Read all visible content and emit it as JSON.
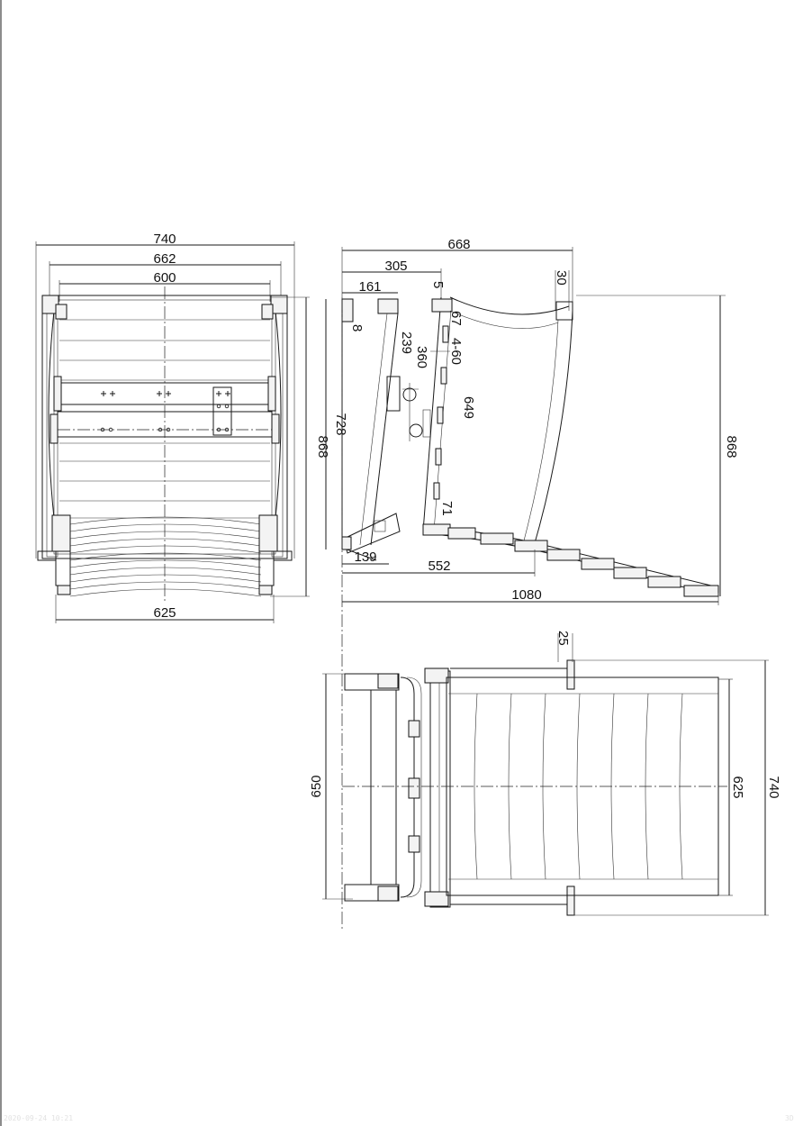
{
  "drawing": {
    "front_view": {
      "overall_width": "740",
      "frame_width": "662",
      "inner_width": "600",
      "total_height": "868",
      "seat_width": "625"
    },
    "side_view": {
      "overall_depth": "668",
      "frame_offset": "305",
      "bracket_offset": "161",
      "gap": "5",
      "top_thickness": "30",
      "bracket_depth": "8",
      "bracket_height": "239",
      "mount_height": "360",
      "rail_spacing": "4-60",
      "rail_offset": "67",
      "rail_length": "649",
      "lower_offset": "71",
      "back_height": "728",
      "total_height": "868",
      "foot_depth": "139",
      "seat_reach": "552",
      "unfolded_length": "1080"
    },
    "top_view": {
      "wall_width": "650",
      "tube_dia": "25",
      "seat_width": "625",
      "overall_width": "740"
    }
  },
  "footer": {
    "left_stamp": "2020-09-24 10:21",
    "right_stamp": "3D"
  },
  "colors": {
    "line": "#1a1a1a",
    "paper": "#ffffff"
  }
}
